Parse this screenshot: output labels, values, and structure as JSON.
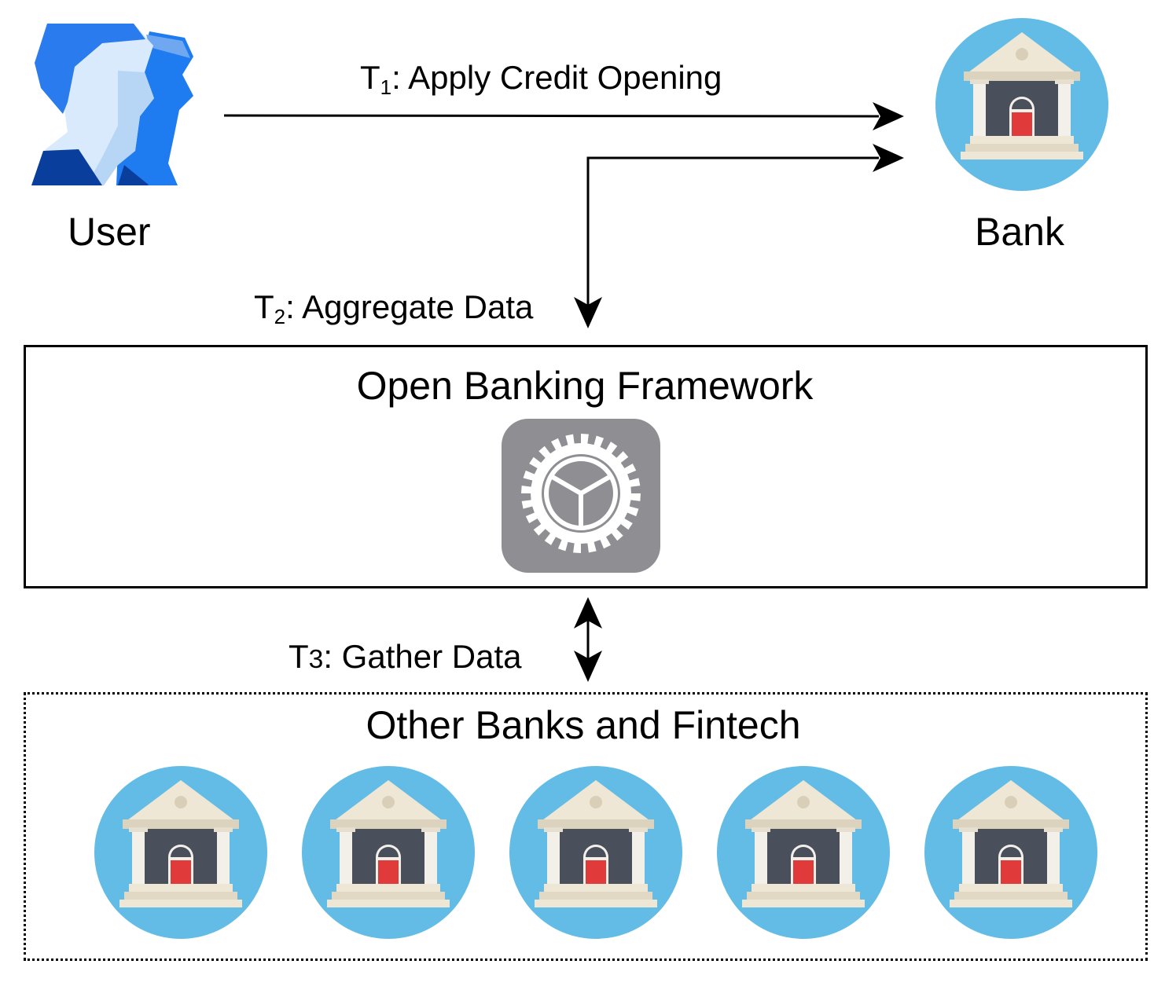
{
  "user": {
    "label": "User"
  },
  "bank": {
    "label": "Bank"
  },
  "transitions": {
    "t1": {
      "letter": "T",
      "index": "1",
      "text": ": Apply Credit Opening"
    },
    "t2": {
      "letter": "T",
      "index": "2",
      "text": ": Aggregate Data"
    },
    "t3": {
      "letter": "T",
      "index": "3",
      "text": ": Gather Data"
    }
  },
  "framework": {
    "title": "Open Banking Framework"
  },
  "others": {
    "title": "Other Banks and Fintech",
    "banks": [
      "bank-1",
      "bank-2",
      "bank-3",
      "bank-4",
      "bank-5"
    ]
  },
  "colors": {
    "bank_circle": "#63BCE5",
    "bank_roof": "#EFE7D6",
    "bank_wall": "#4A4F5C",
    "bank_door": "#E03A3A",
    "gear_tile": "#8E8E93",
    "user_dark": "#0A3E9C",
    "user_mid": "#1E7BF0",
    "user_light": "#CFE4FA"
  }
}
